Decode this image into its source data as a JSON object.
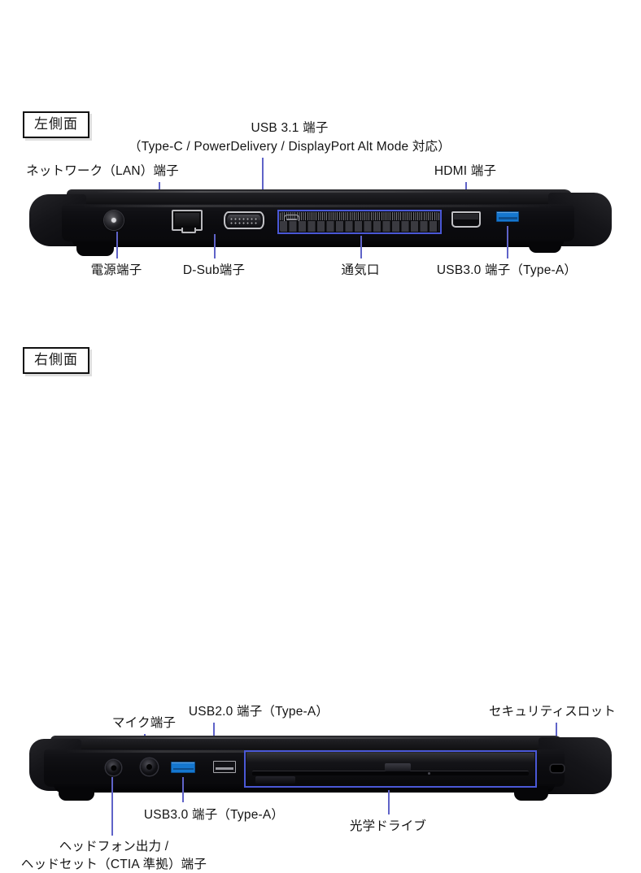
{
  "page": {
    "title": "ノートパソコン 側面端子図",
    "leader_color": "#5f63c8",
    "highlight_color": "#4a58d6",
    "usb3_port_color": "#1577cf"
  },
  "left_side": {
    "tag": "左側面",
    "labels": {
      "lan": "ネットワーク（LAN）端子",
      "usb31_line1": "USB 3.1 端子",
      "usb31_line2": "（Type-C / PowerDelivery / DisplayPort Alt Mode 対応）",
      "hdmi": "HDMI 端子",
      "power": "電源端子",
      "dsub": "D-Sub端子",
      "vent": "通気口",
      "usb30": "USB3.0 端子（Type-A）"
    },
    "ports": [
      {
        "name": "power-jack",
        "label": "電源端子"
      },
      {
        "name": "lan-port",
        "label": "ネットワーク（LAN）端子"
      },
      {
        "name": "dsub-port",
        "label": "D-Sub端子"
      },
      {
        "name": "usb-type-c-port",
        "label": "USB 3.1 端子"
      },
      {
        "name": "vent-grille",
        "label": "通気口"
      },
      {
        "name": "hdmi-port",
        "label": "HDMI 端子"
      },
      {
        "name": "usb30-type-a-port",
        "label": "USB3.0 端子（Type-A）"
      }
    ]
  },
  "right_side": {
    "tag": "右側面",
    "labels": {
      "mic": "マイク端子",
      "usb20": "USB2.0 端子（Type-A）",
      "security": "セキュリティスロット",
      "usb30": "USB3.0 端子（Type-A）",
      "headphone_line1": "ヘッドフォン出力 /",
      "headphone_line2": "ヘッドセット（CTIA 準拠）端子",
      "optical": "光学ドライブ"
    },
    "ports": [
      {
        "name": "headphone-jack",
        "label": "ヘッドフォン出力 / ヘッドセット（CTIA 準拠）端子"
      },
      {
        "name": "mic-jack",
        "label": "マイク端子"
      },
      {
        "name": "usb30-type-a-port",
        "label": "USB3.0 端子（Type-A）"
      },
      {
        "name": "usb20-type-a-port",
        "label": "USB2.0 端子（Type-A）"
      },
      {
        "name": "optical-drive",
        "label": "光学ドライブ"
      },
      {
        "name": "security-slot",
        "label": "セキュリティスロット"
      }
    ]
  }
}
